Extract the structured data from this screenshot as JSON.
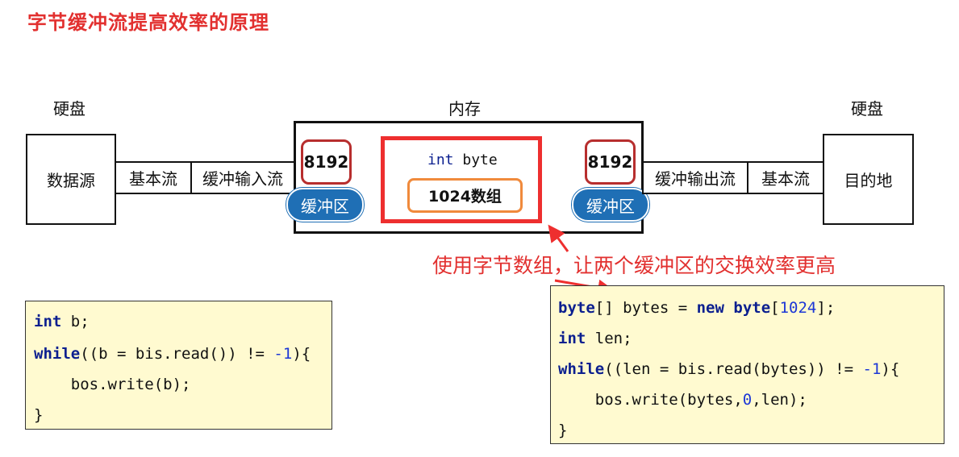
{
  "title": "字节缓冲流提高效率的原理",
  "labels": {
    "left_disk": "硬盘",
    "memory": "内存",
    "right_disk": "硬盘"
  },
  "left": {
    "source": "数据源",
    "basic_stream": "基本流",
    "buffered_input": "缓冲输入流"
  },
  "memory": {
    "left_buffer_size": "8192",
    "left_buffer_label": "缓冲区",
    "middle_line1_kw": "int",
    "middle_line1_rest": " byte",
    "middle_array": "1024数组",
    "right_buffer_size": "8192",
    "right_buffer_label": "缓冲区"
  },
  "right": {
    "buffered_output": "缓冲输出流",
    "basic_stream": "基本流",
    "destination": "目的地"
  },
  "note": "使用字节数组，让两个缓冲区的交换效率更高",
  "code_left": {
    "l1_kw": "int",
    "l1_rest": " b;",
    "l2_kw": "while",
    "l2_a": "((b = bis.read()) != ",
    "l2_num": "-1",
    "l2_b": "){",
    "l3": "    bos.write(b);",
    "l4": "}"
  },
  "code_right": {
    "l1_kw1": "byte",
    "l1_a": "[] bytes = ",
    "l1_kw2": "new",
    "l1_sp": " ",
    "l1_kw3": "byte",
    "l1_b": "[",
    "l1_num": "1024",
    "l1_c": "];",
    "l2_kw": "int",
    "l2_rest": " len;",
    "l3_kw": "while",
    "l3_a": "((len = bis.read(bytes)) != ",
    "l3_num": "-1",
    "l3_b": "){",
    "l4_a": "    bos.write(bytes,",
    "l4_num": "0",
    "l4_b": ",len);",
    "l5": "}"
  },
  "colors": {
    "title": "#e2302f",
    "buffer_pill": "#1f6fb5",
    "highlight_red": "#ee2f2f",
    "array_border": "#f08a3c",
    "code_bg": "#fffad0",
    "keyword": "#0b1f8f"
  }
}
